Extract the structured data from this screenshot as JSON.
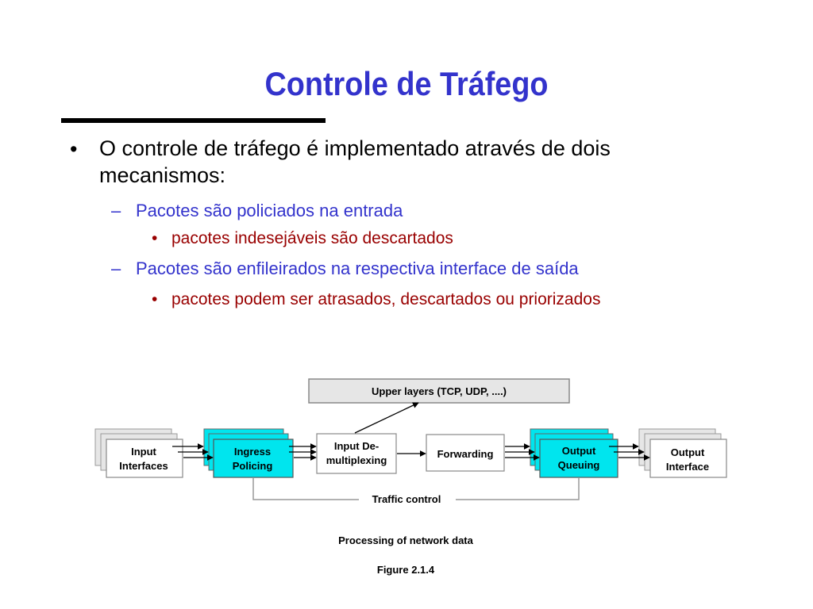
{
  "slide": {
    "title": "Controle de Tráfego",
    "bullets": [
      {
        "marker": "•",
        "lines": [
          "O controle de tráfego é implementado através de dois",
          "mecanismos:"
        ]
      },
      {
        "marker": "–",
        "text": "Pacotes são policiados na entrada"
      },
      {
        "marker": "•",
        "text": "pacotes indesejáveis são descartados"
      },
      {
        "marker": "–",
        "text": "Pacotes são enfileirados na respectiva interface de saída"
      },
      {
        "marker": "•",
        "text": "pacotes podem ser atrasados, descartados ou priorizados"
      }
    ],
    "colors": {
      "title": "#3333cc",
      "level2": "#3333cc",
      "level3": "#990000",
      "highlight_box": "#00e5ee",
      "gray_box": "#e6e6e6"
    }
  },
  "diagram": {
    "upper_layers": "Upper layers (TCP, UDP, ....)",
    "input_interfaces": [
      "Input",
      "Interfaces"
    ],
    "ingress_policing": [
      "Ingress",
      "Policing"
    ],
    "input_demux": [
      "Input De-",
      "multiplexing"
    ],
    "forwarding": "Forwarding",
    "output_queuing": [
      "Output",
      "Queuing"
    ],
    "output_interface": [
      "Output",
      "Interface"
    ],
    "traffic_control": "Traffic control",
    "caption": "Processing of network data",
    "figure_label": "Figure 2.1.4"
  }
}
